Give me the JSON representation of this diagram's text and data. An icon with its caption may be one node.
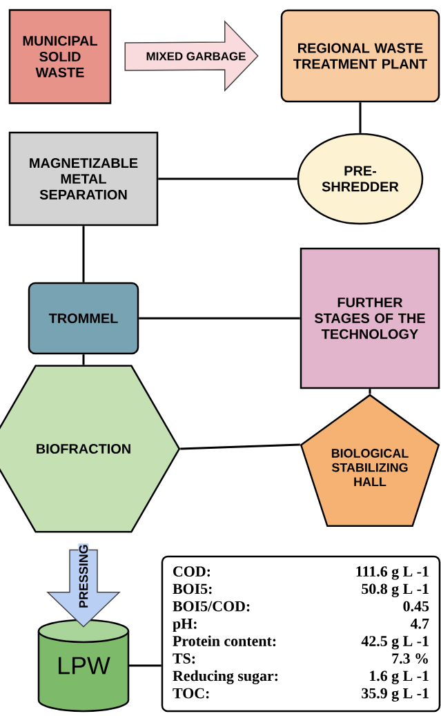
{
  "diagram": {
    "nodes": [
      {
        "text": [
          "MUNICIPAL SOLID WASTE"
        ]
      },
      {
        "text": [
          "REGIONAL WASTE TREATMENT PLANT"
        ]
      },
      {
        "text": [
          "PRE-SHREDDER"
        ]
      },
      {
        "text": [
          "MAGNETIZABLE METAL SEPARATION"
        ]
      },
      {
        "text": [
          "TROMMEL"
        ]
      },
      {
        "text": [
          "FURTHER STAGES OF THE TECHNOLOGY"
        ]
      },
      {
        "text": [
          "BIOFRACTION"
        ]
      },
      {
        "text": [
          "BIOLOGICAL STABILIZING HALL"
        ]
      },
      {
        "text": [
          "LPW"
        ]
      },
      {
        "text": [
          "COD:",
          "111.6 g L -1",
          "BOI5:",
          "50.8 g L -1",
          "BOI5/COD:",
          "0.45",
          "pH:",
          "4.7",
          "Protein content:",
          "42.5 g L -1",
          "TS:",
          "7.3 %",
          "Reducing sugar:",
          "1.6 g L -1",
          "TOC:",
          "35.9 g L -1"
        ]
      }
    ],
    "edges": [
      {
        "from": 0,
        "to": 1,
        "arrow": "to",
        "label": "MIXED GARBAGE",
        "style": "thick",
        "color": "#f9dadd"
      },
      {
        "from": 1,
        "to": 2,
        "arrow": "none"
      },
      {
        "from": 2,
        "to": 3,
        "arrow": "none"
      },
      {
        "from": 3,
        "to": 4,
        "arrow": "none"
      },
      {
        "from": 4,
        "to": 5,
        "arrow": "none"
      },
      {
        "from": 5,
        "to": 7,
        "arrow": "none"
      },
      {
        "from": 4,
        "to": 6,
        "arrow": "none"
      },
      {
        "from": 6,
        "to": 7,
        "arrow": "none"
      },
      {
        "from": 6,
        "to": 8,
        "arrow": "to",
        "label": "PRESSING",
        "style": "thick",
        "color": "#b9cff3"
      },
      {
        "from": 8,
        "to": 9,
        "arrow": "none"
      }
    ]
  }
}
